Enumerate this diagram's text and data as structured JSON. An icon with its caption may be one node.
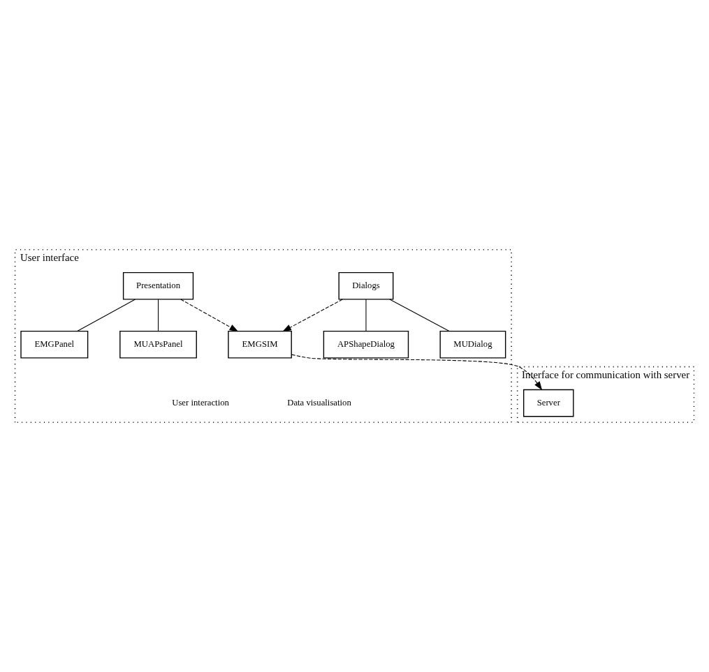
{
  "diagram": {
    "nodes": [
      {
        "text": [
          "Interface for communication with server"
        ]
      },
      {
        "text": [
          "Server"
        ],
        "in": 0
      },
      {
        "text": [
          "User interface"
        ]
      },
      {
        "text": [
          "EMGSIM"
        ],
        "in": 2
      },
      {
        "text": [
          "Dialogs"
        ],
        "in": 2
      },
      {
        "text": [
          "MUDialog"
        ],
        "in": 2
      },
      {
        "text": [
          "APShapeDialog"
        ],
        "in": 2
      },
      {
        "text": [
          "Presentation"
        ],
        "in": 2
      },
      {
        "text": [
          "EMGPanel"
        ],
        "in": 2
      },
      {
        "text": [
          "MUAPsPanel"
        ],
        "in": 2
      }
    ],
    "edges": [
      {
        "from": 3,
        "to": 1,
        "arrow": "to",
        "style": "dashed"
      },
      {
        "from": 4,
        "to": 3,
        "arrow": "to",
        "style": "dashed"
      },
      {
        "from": 7,
        "to": 3,
        "arrow": "to",
        "style": "dashed"
      },
      {
        "from": 4,
        "to": 5,
        "arrow": "none"
      },
      {
        "from": 4,
        "to": 6,
        "arrow": "none"
      },
      {
        "from": 7,
        "to": 8,
        "arrow": "none"
      },
      {
        "from": 7,
        "to": 9,
        "arrow": "none"
      }
    ],
    "labels": [
      "User interaction",
      "Data visualisation"
    ]
  }
}
